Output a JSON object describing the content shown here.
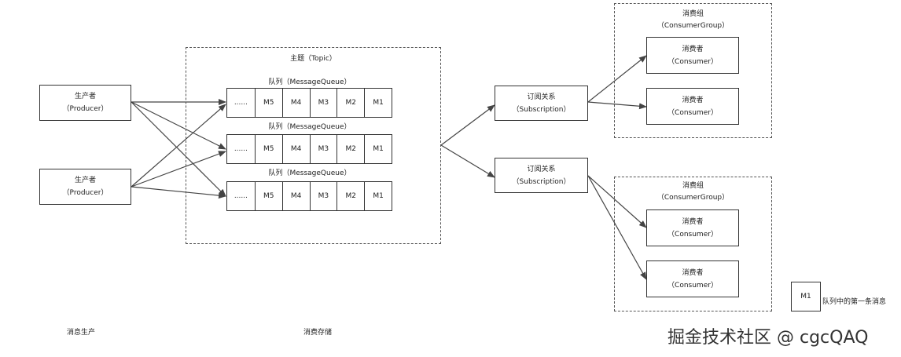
{
  "producers": [
    {
      "title": "生产者",
      "subtitle": "（Producer）"
    },
    {
      "title": "生产者",
      "subtitle": "（Producer）"
    }
  ],
  "topic": {
    "title": "主题（Topic）",
    "queues": [
      {
        "label": "队列（MessageQueue）",
        "cells": [
          "......",
          "M5",
          "M4",
          "M3",
          "M2",
          "M1"
        ]
      },
      {
        "label": "队列（MessageQueue）",
        "cells": [
          "......",
          "M5",
          "M4",
          "M3",
          "M2",
          "M1"
        ]
      },
      {
        "label": "队列（MessageQueue）",
        "cells": [
          "......",
          "M5",
          "M4",
          "M3",
          "M2",
          "M1"
        ]
      }
    ]
  },
  "subscriptions": [
    {
      "title": "订阅关系",
      "subtitle": "（Subscription）"
    },
    {
      "title": "订阅关系",
      "subtitle": "（Subscription）"
    }
  ],
  "consumer_groups": [
    {
      "title": "消费组",
      "subtitle": "（ConsumerGroup）",
      "consumers": [
        {
          "title": "消费者",
          "subtitle": "（Consumer）"
        },
        {
          "title": "消费者",
          "subtitle": "（Consumer）"
        }
      ]
    },
    {
      "title": "消费组",
      "subtitle": "（ConsumerGroup）",
      "consumers": [
        {
          "title": "消费者",
          "subtitle": "（Consumer）"
        },
        {
          "title": "消费者",
          "subtitle": "（Consumer）"
        }
      ]
    }
  ],
  "legend": {
    "cell": "M1",
    "text": "队列中的第一条消息"
  },
  "footer": {
    "produce": "消息生产",
    "store": "消费存储"
  },
  "watermark": "掘金技术社区 @ cgcQAQ"
}
